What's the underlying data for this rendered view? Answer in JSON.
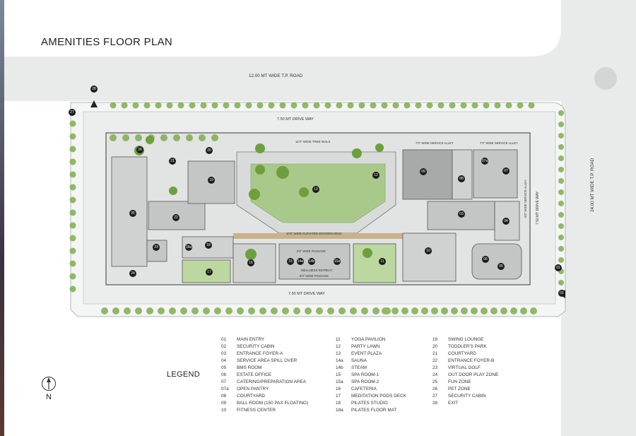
{
  "title": "AMENITIES FLOOR PLAN",
  "legend_title": "LEGEND",
  "north_label": "N",
  "roads": {
    "top": "12.00 MT WIDE T.P. ROAD",
    "right": "24.00 MT WIDE T.P. ROAD",
    "drive_top": "7.50 MT DRIVE WAY",
    "drive_bottom": "7.50 MT DRIVE WAY",
    "drive_right": "7.50 MT DRIVE WAY"
  },
  "plan_labels": {
    "walk": "11'0\" WIDE TREE WALK",
    "service_alley_1": "7'0\" WIDE SERVICE ALLEY",
    "service_alley_2": "7'0\" WIDE SERVICE ALLEY",
    "service_alley_v": "6'0\" WIDE SERVICE ALLEY",
    "deck": "10'0\" WIDE ELEVATED WOODEN DECK",
    "passage_1": "6'0\" WIDE PASSAGE",
    "passage_2": "6'0\" WIDE PASSAGE",
    "wellness": "WELLNESS RETREAT"
  },
  "markers": [
    "01",
    "02",
    "03",
    "04",
    "05",
    "06",
    "07",
    "07a",
    "08",
    "09",
    "10",
    "11",
    "12",
    "13",
    "14a",
    "14b",
    "15",
    "15a",
    "16",
    "17",
    "18",
    "18a",
    "19",
    "20",
    "21",
    "22",
    "23",
    "24",
    "25",
    "26",
    "27",
    "28"
  ],
  "legend": {
    "col1": [
      {
        "n": "01",
        "t": "MAIN ENTRY"
      },
      {
        "n": "02",
        "t": "SECURITY CABIN"
      },
      {
        "n": "03",
        "t": "ENTRANCE FOYER-A"
      },
      {
        "n": "04",
        "t": "SERVICE AREA SPILL OVER"
      },
      {
        "n": "05",
        "t": "BMS ROOM"
      },
      {
        "n": "06",
        "t": "ESTATE OFFICE"
      },
      {
        "n": "07",
        "t": "CATERING/PREPARATION AREA"
      },
      {
        "n": "07a",
        "t": "OPEN PANTRY"
      },
      {
        "n": "08",
        "t": "COURTYARD"
      },
      {
        "n": "09",
        "t": "BALL ROOM (150 PAX FLOATING)"
      },
      {
        "n": "10",
        "t": "FITNESS CENTER"
      }
    ],
    "col2": [
      {
        "n": "11",
        "t": "YOGA PAVILION"
      },
      {
        "n": "12",
        "t": "PARTY LAWN"
      },
      {
        "n": "13",
        "t": "EVENT PLAZA"
      },
      {
        "n": "14a",
        "t": "SAUNA"
      },
      {
        "n": "14b",
        "t": "STEAM"
      },
      {
        "n": "15",
        "t": "SPA ROOM-1"
      },
      {
        "n": "15a",
        "t": "SPA ROOM-2"
      },
      {
        "n": "16",
        "t": "CAFETERIA"
      },
      {
        "n": "17",
        "t": "MEDITATION PODS DECK"
      },
      {
        "n": "18",
        "t": "PILATES STUDIO"
      },
      {
        "n": "18a",
        "t": "PILATES FLOOR MAT"
      }
    ],
    "col3": [
      {
        "n": "19",
        "t": "SWING LOUNGE"
      },
      {
        "n": "20",
        "t": "TODDLER'S PARK"
      },
      {
        "n": "21",
        "t": "COURTYARD"
      },
      {
        "n": "22",
        "t": "ENTRANCE FOYER-B"
      },
      {
        "n": "23",
        "t": "VIRTUAL GOLF"
      },
      {
        "n": "24",
        "t": "OUT DOOR PLAY ZONE"
      },
      {
        "n": "25",
        "t": "FUN ZONE"
      },
      {
        "n": "26",
        "t": "PET ZONE"
      },
      {
        "n": "27",
        "t": "SECURITY CABIN"
      },
      {
        "n": "28",
        "t": "EXIT"
      }
    ]
  },
  "colors": {
    "lawn": "#a9c98a",
    "hardscape": "#d8dada",
    "room": "#c4c6c6",
    "wall": "#4a4a4a",
    "tree": "#7fae4e",
    "road": "#e9eaea"
  }
}
